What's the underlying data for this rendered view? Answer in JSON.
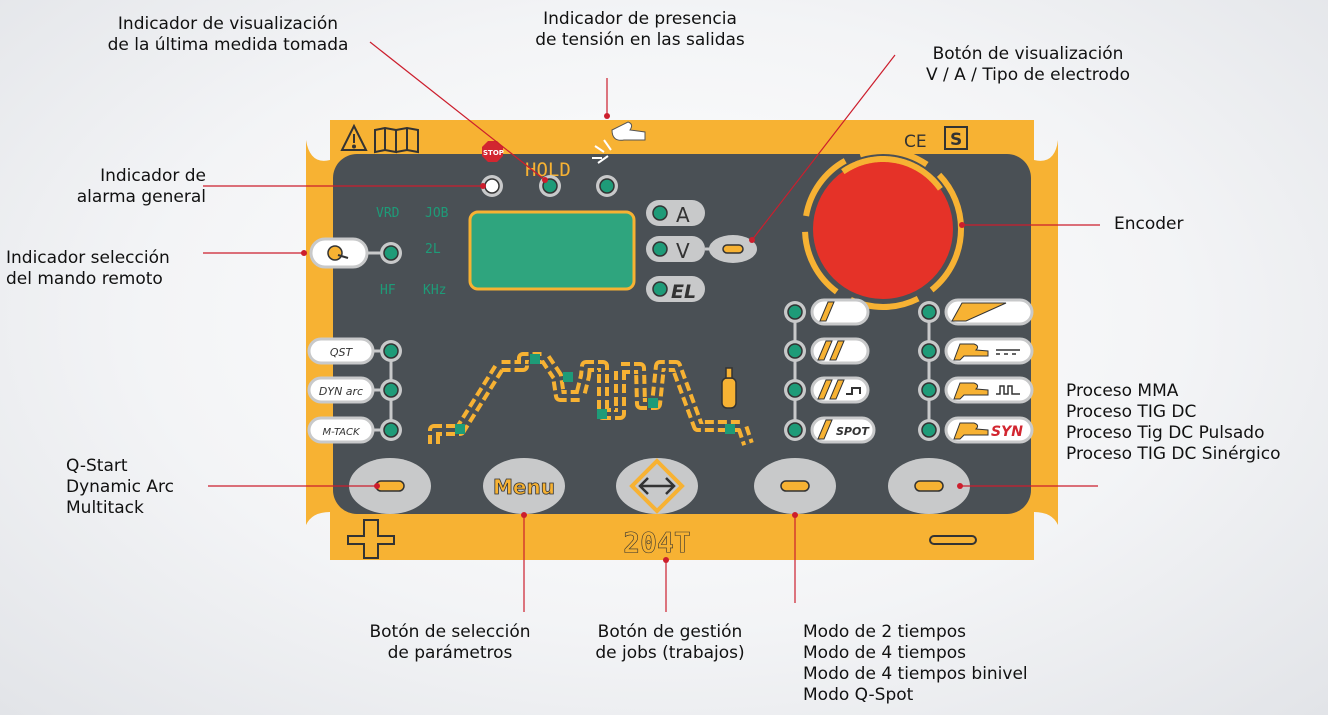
{
  "panel": {
    "colors": {
      "frame": "#F7B233",
      "face": "#4A5055",
      "led": "#1E9B78",
      "knob": "#E53228",
      "button": "#C3C4C5",
      "accent": "#F7B233",
      "leader": "#CC1E2D",
      "display": "#2FA57E"
    },
    "model": "204T",
    "menu_button": "Menu",
    "hold": "HOLD",
    "stop": "STOP",
    "ce_mark": "CE",
    "s_mark": "S",
    "display_modes": [
      "A",
      "V",
      "EL"
    ],
    "remote_tags": [
      "VRD",
      "JOB",
      "2L",
      "HF",
      "KHz"
    ],
    "left_buttons": [
      "QST",
      "DYN arc",
      "M-TACK"
    ],
    "mode_spot": "SPOT",
    "process_syn": "SYN",
    "plus_icon": "plus-icon",
    "minus_icon": "minus-icon"
  },
  "labels": {
    "last_measure": [
      "Indicador de visualización",
      "de la última medida tomada"
    ],
    "voltage_presence": [
      "Indicador de presencia",
      "de tensión en las salidas"
    ],
    "display_button": [
      "Botón de visualización",
      "V / A / Tipo de electrodo"
    ],
    "general_alarm": [
      "Indicador de",
      "alarma general"
    ],
    "remote_selection": [
      "Indicador selección",
      "del mando remoto"
    ],
    "encoder": [
      "Encoder"
    ],
    "process": [
      "Proceso MMA",
      "Proceso TIG DC",
      "Proceso Tig DC Pulsado",
      "Proceso TIG DC Sinérgico"
    ],
    "q_start": [
      "Q-Start",
      "Dynamic Arc",
      "Multitack"
    ],
    "param_button": [
      "Botón de selección",
      "de parámetros"
    ],
    "jobs_button": [
      "Botón de gestión",
      "de jobs (trabajos)"
    ],
    "modes": [
      "Modo de 2 tiempos",
      "Modo de 4 tiempos",
      "Modo de 4 tiempos binivel",
      "Modo Q-Spot"
    ]
  }
}
